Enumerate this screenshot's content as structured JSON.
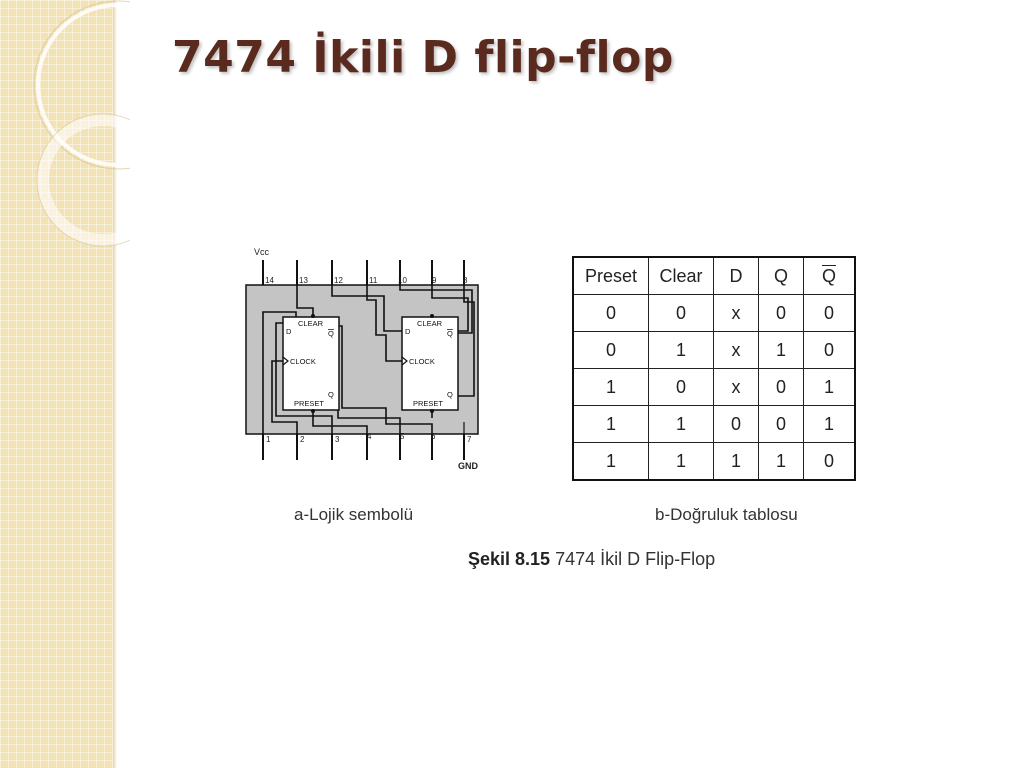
{
  "slide": {
    "title": "7474 İkili D flip-flop"
  },
  "diagram": {
    "vcc_label": "Vcc",
    "gnd_label": "GND",
    "top_pins": [
      "14",
      "13",
      "12",
      "11",
      "10",
      "9",
      "8"
    ],
    "bottom_pins": [
      "1",
      "2",
      "3",
      "4",
      "5",
      "6",
      "7"
    ],
    "ff_labels": {
      "clear": "CLEAR",
      "d": "D",
      "q_bar": "Q",
      "clock": "CLOCK",
      "q": "Q",
      "preset": "PRESET"
    },
    "caption": "a-Lojik sembolü"
  },
  "truth_table": {
    "headers": [
      "Preset",
      "Clear",
      "D",
      "Q",
      "Q"
    ],
    "rows": [
      [
        "0",
        "0",
        "x",
        "0",
        "0"
      ],
      [
        "0",
        "1",
        "x",
        "1",
        "0"
      ],
      [
        "1",
        "0",
        "x",
        "0",
        "1"
      ],
      [
        "1",
        "1",
        "0",
        "0",
        "1"
      ],
      [
        "1",
        "1",
        "1",
        "1",
        "0"
      ]
    ],
    "caption": "b-Doğruluk tablosu"
  },
  "figure_caption": {
    "number": "Şekil 8.15",
    "text": "7474 İkil D Flip-Flop"
  },
  "colors": {
    "title": "#5a2a1e",
    "sidebar": "#f3e2b6",
    "chip": "#c4c4c4"
  }
}
